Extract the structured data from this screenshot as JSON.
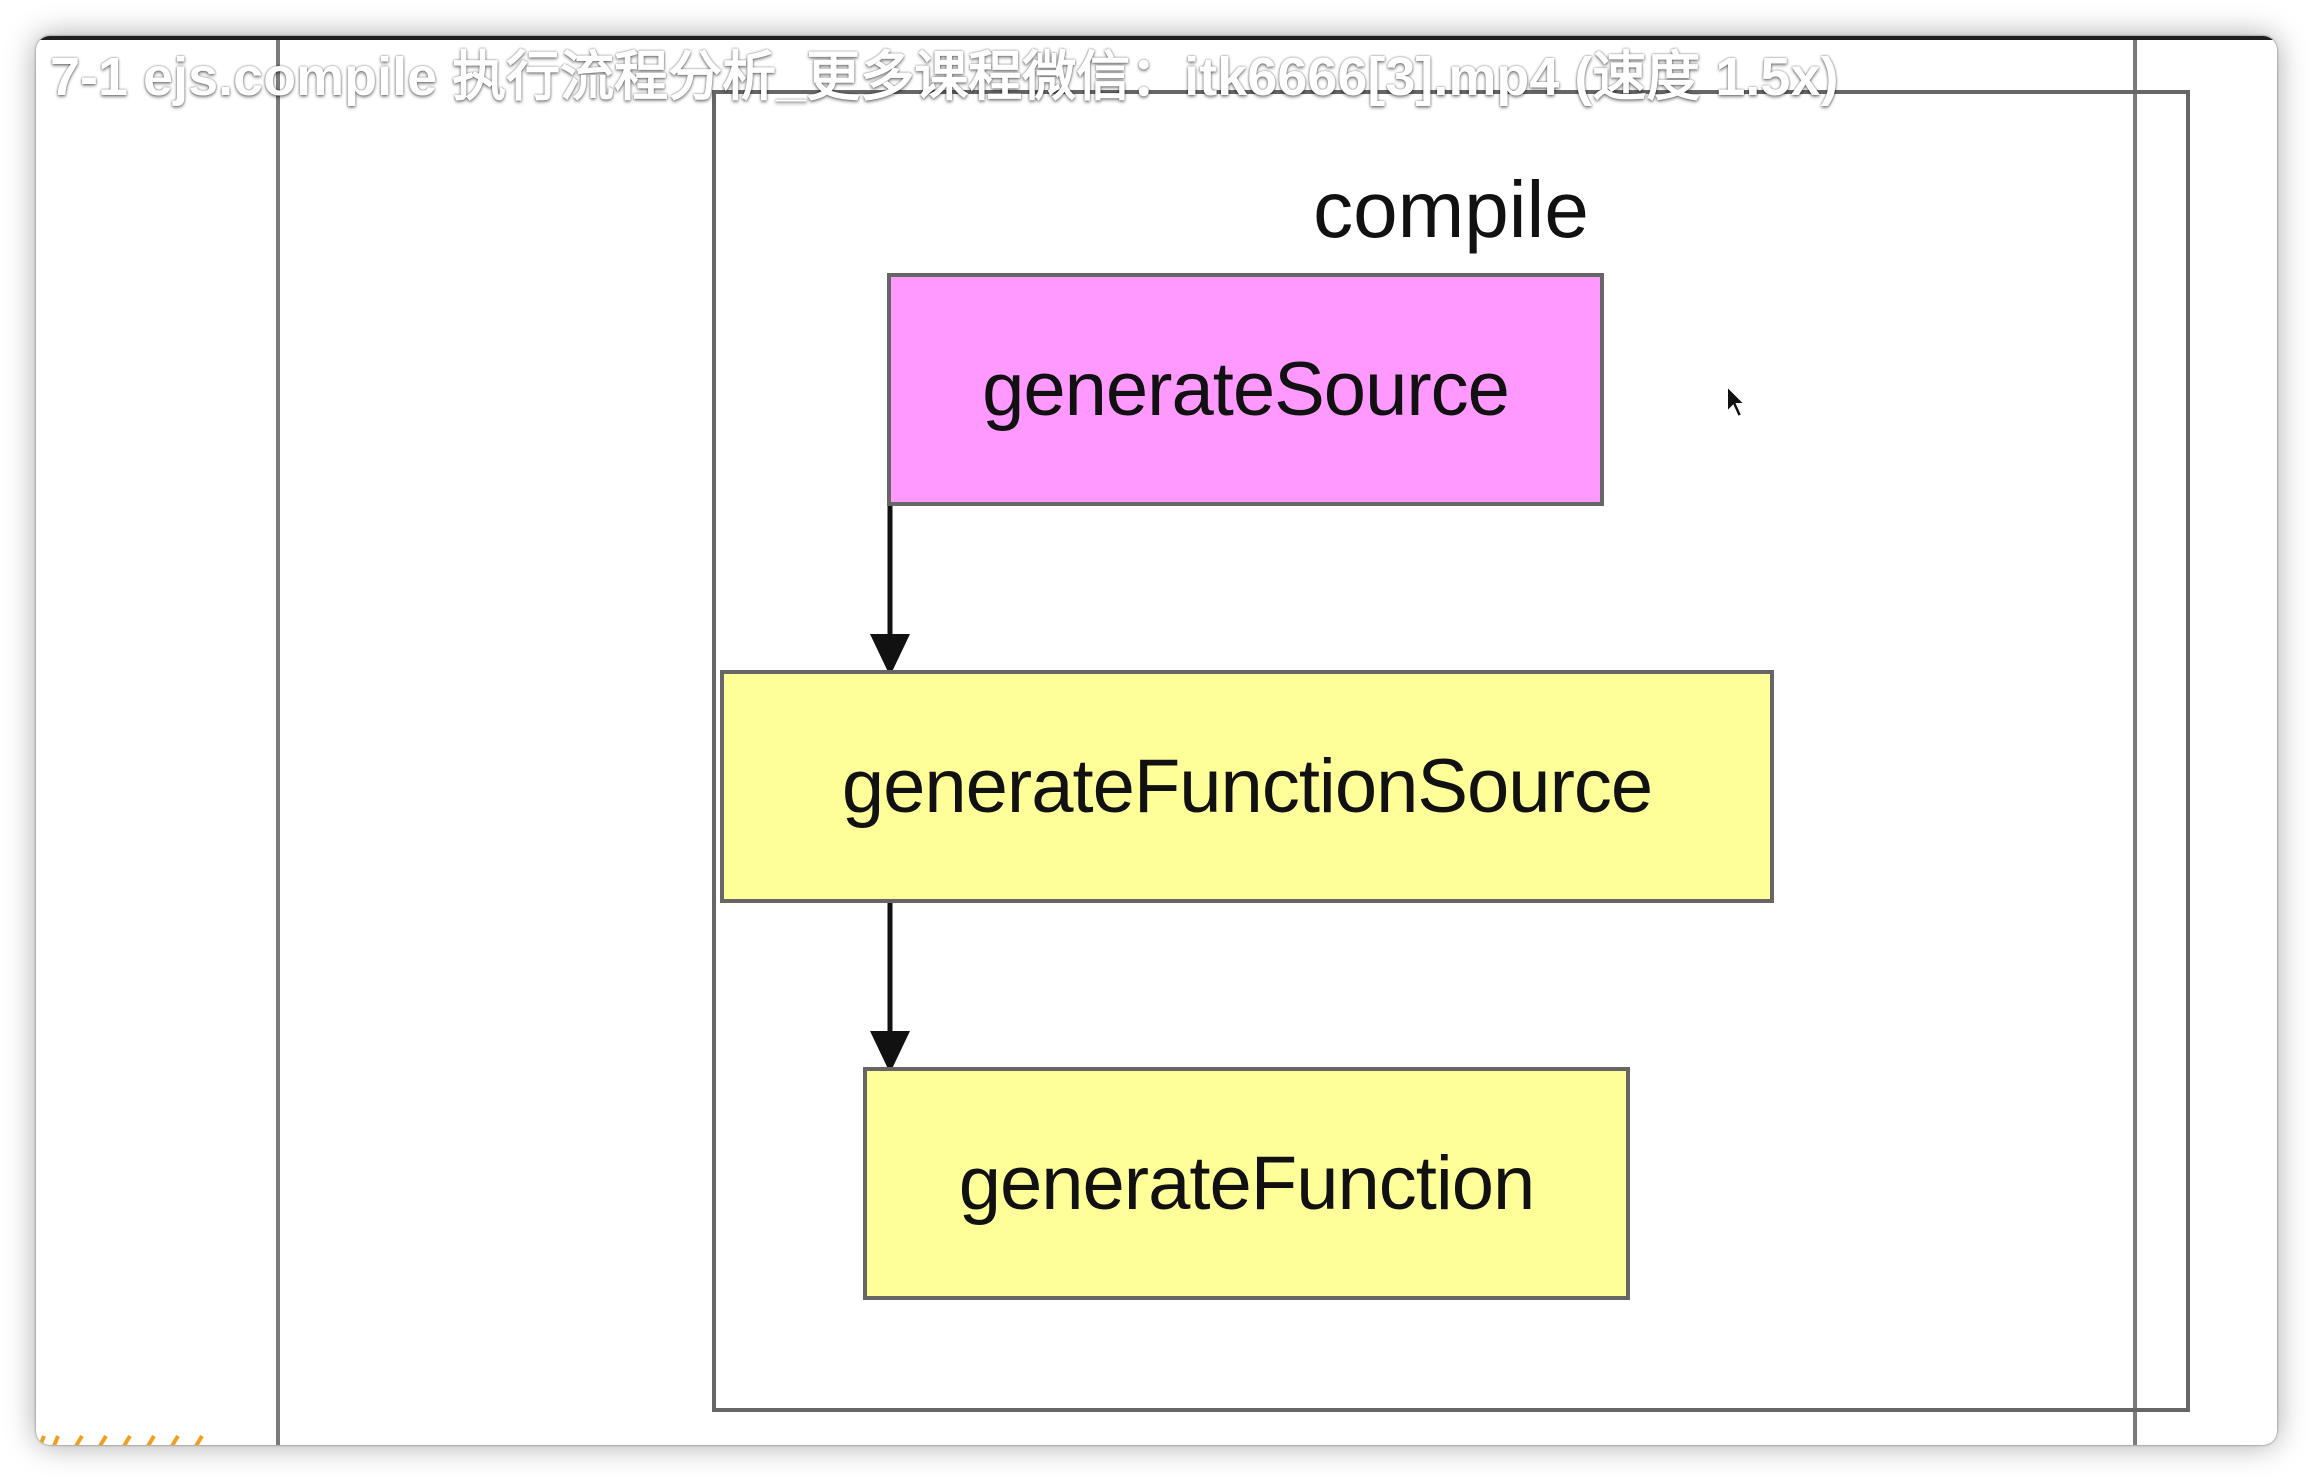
{
  "video": {
    "title": "7-1 ejs.compile 执行流程分析_更多课程微信：itk6666[3].mp4 (速度 1.5x)"
  },
  "diagram": {
    "container_label": "compile",
    "nodes": [
      {
        "label": "generateSource",
        "fill": "#ff99ff"
      },
      {
        "label": "generateFunctionSource",
        "fill": "#ffff99"
      },
      {
        "label": "generateFunction",
        "fill": "#ffff99"
      }
    ],
    "edges": [
      {
        "from": "generateSource",
        "to": "generateFunctionSource"
      },
      {
        "from": "generateFunctionSource",
        "to": "generateFunction"
      }
    ],
    "border_color": "#666666",
    "arrow_color": "#111111"
  },
  "icons": {
    "cursor": "mouse-pointer-icon"
  }
}
